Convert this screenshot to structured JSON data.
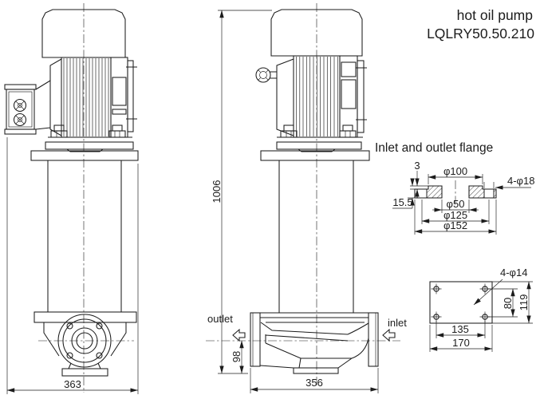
{
  "title": {
    "product": "hot oil pump",
    "model": "LQLRY50.50.210"
  },
  "views": {
    "front_view": {
      "overall_width": "363"
    },
    "side_view": {
      "overall_height": "1006",
      "casing_width": "356",
      "outlet_center_height": "98",
      "outlet_label": "outlet",
      "inlet_label": "inlet"
    }
  },
  "flange_detail": {
    "heading": "Inlet and outlet flange",
    "raised_face_height": "3",
    "raised_face_diameter": "φ100",
    "bolt_holes": "4-φ18",
    "thickness": "15.5",
    "bore_diameter": "φ50",
    "bolt_circle_diameter": "φ125",
    "outer_diameter": "φ152"
  },
  "base_plate_detail": {
    "bolt_holes": "4-φ14",
    "hole_spacing_vertical": "80",
    "plate_height": "119",
    "hole_spacing_horizontal": "135",
    "plate_width": "170"
  },
  "colors": {
    "line": "#1c1c1c",
    "background": "#ffffff"
  }
}
